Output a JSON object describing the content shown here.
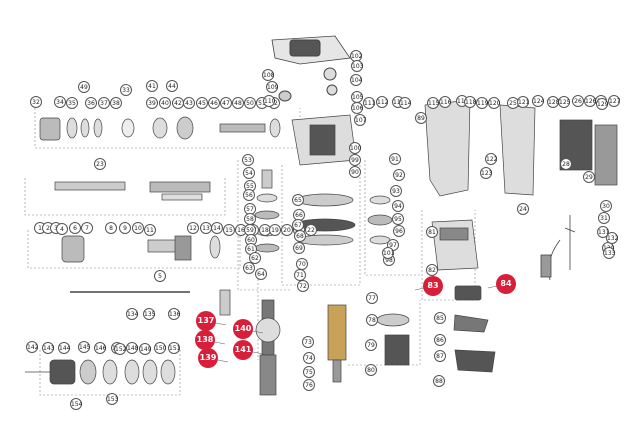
{
  "diagram": {
    "highlight_color": "#d81f3a",
    "line_color": "#444444",
    "part_fill": "#e6e6e6",
    "dark_fill": "#555555",
    "highlighted": [
      "83",
      "84",
      "137",
      "138",
      "139",
      "140",
      "141"
    ],
    "labels": [
      "1",
      "2",
      "3",
      "4",
      "5",
      "6",
      "7",
      "8",
      "9",
      "10",
      "11",
      "12",
      "13",
      "14",
      "15",
      "16",
      "17",
      "18",
      "19",
      "20",
      "21",
      "22",
      "23",
      "24",
      "25",
      "26",
      "27",
      "28",
      "29",
      "30",
      "31",
      "32",
      "33",
      "34",
      "35",
      "36",
      "37",
      "38",
      "39",
      "40",
      "41",
      "42",
      "43",
      "44",
      "45",
      "46",
      "47",
      "48",
      "49",
      "50",
      "51",
      "52",
      "53",
      "54",
      "55",
      "56",
      "57",
      "58",
      "59",
      "60",
      "61",
      "62",
      "63",
      "64",
      "65",
      "66",
      "67",
      "68",
      "69",
      "70",
      "71",
      "72",
      "73",
      "74",
      "75",
      "76",
      "77",
      "78",
      "79",
      "80",
      "81",
      "82",
      "83",
      "84",
      "85",
      "86",
      "87",
      "88",
      "89",
      "90",
      "91",
      "92",
      "93",
      "94",
      "95",
      "96",
      "97",
      "98",
      "99",
      "100",
      "101",
      "102",
      "103",
      "104",
      "105",
      "106",
      "107",
      "108",
      "109",
      "110",
      "111",
      "112",
      "113",
      "114",
      "115",
      "116",
      "117",
      "118",
      "119",
      "120",
      "121",
      "122",
      "123",
      "124",
      "125",
      "126",
      "127",
      "128",
      "129",
      "130",
      "131",
      "132",
      "133",
      "134",
      "135",
      "136",
      "137",
      "138",
      "139",
      "140",
      "141",
      "142",
      "143",
      "144",
      "145",
      "146",
      "147",
      "148",
      "149",
      "150",
      "151",
      "152",
      "153",
      "154"
    ]
  }
}
